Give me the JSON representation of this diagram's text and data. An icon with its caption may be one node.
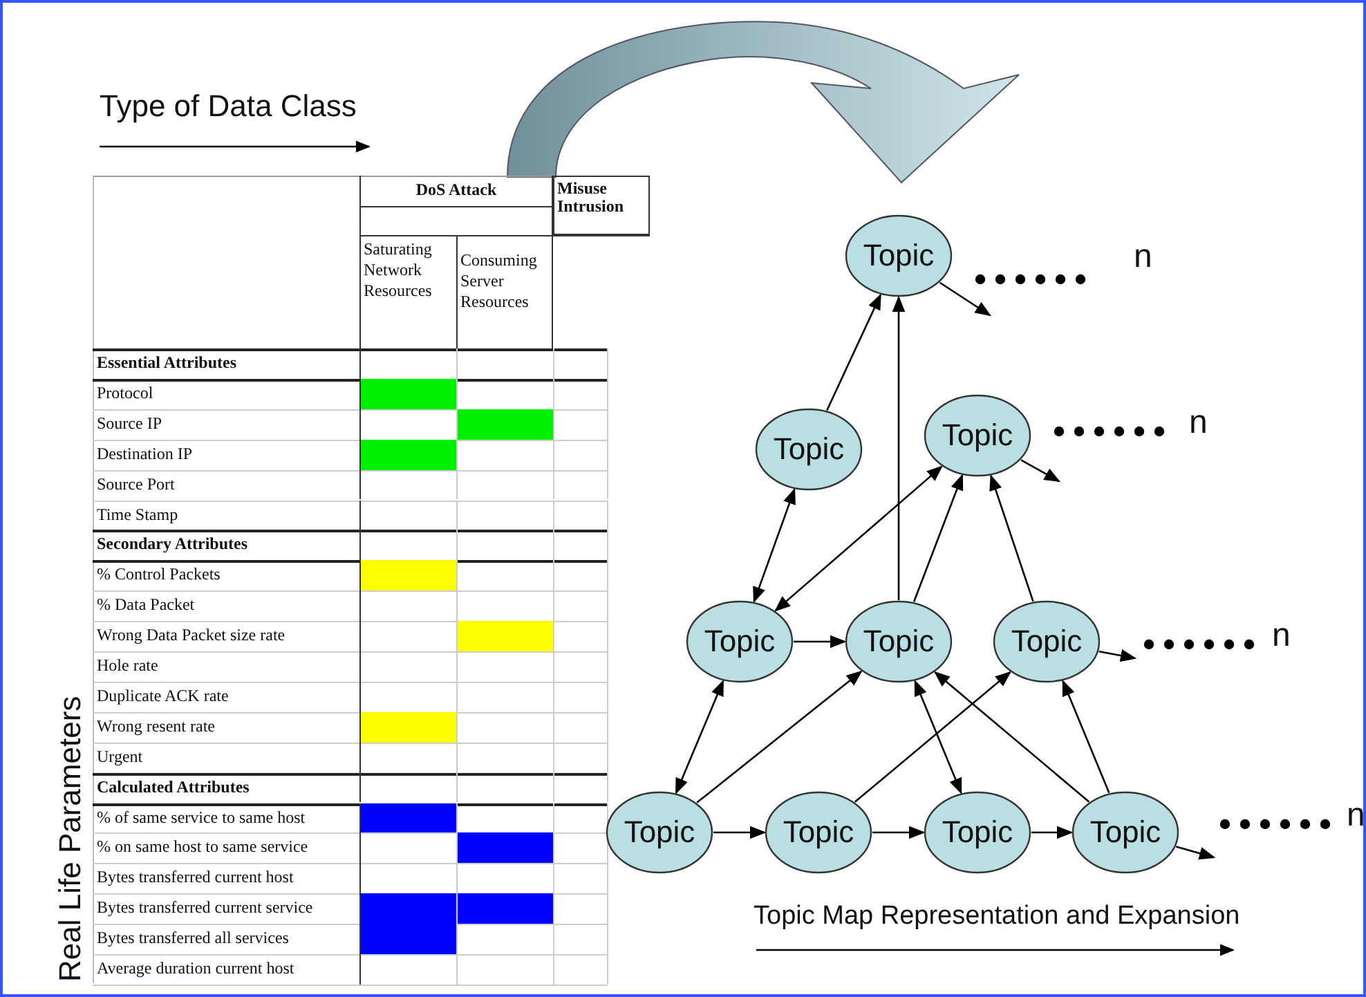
{
  "diagram": {
    "nodes": [
      {
        "text": [
          "Topic"
        ]
      },
      {
        "text": [
          "Topic"
        ]
      },
      {
        "text": [
          "Topic"
        ]
      },
      {
        "text": [
          "Topic"
        ]
      },
      {
        "text": [
          "Topic"
        ]
      },
      {
        "text": [
          "Topic"
        ]
      },
      {
        "text": [
          "Topic"
        ]
      },
      {
        "text": [
          "Topic"
        ]
      },
      {
        "text": [
          "Topic"
        ]
      },
      {
        "text": [
          "Topic"
        ]
      }
    ],
    "edges": [
      {
        "from": 0,
        "to": null,
        "arrow": "to"
      },
      {
        "from": 1,
        "to": 0,
        "arrow": "to"
      },
      {
        "from": 4,
        "to": 0,
        "arrow": "to"
      },
      {
        "from": 2,
        "to": null,
        "arrow": "to"
      },
      {
        "from": 1,
        "to": 3,
        "arrow": "both"
      },
      {
        "from": 3,
        "to": 2,
        "arrow": "both"
      },
      {
        "from": 4,
        "to": 2,
        "arrow": "to"
      },
      {
        "from": 5,
        "to": 2,
        "arrow": "to"
      },
      {
        "from": 3,
        "to": 4,
        "arrow": "to"
      },
      {
        "from": 5,
        "to": null,
        "arrow": "to"
      },
      {
        "from": 3,
        "to": 6,
        "arrow": "both"
      },
      {
        "from": 6,
        "to": 4,
        "arrow": "to"
      },
      {
        "from": 7,
        "to": 5,
        "arrow": "to"
      },
      {
        "from": 4,
        "to": 8,
        "arrow": "both"
      },
      {
        "from": 9,
        "to": 4,
        "arrow": "to"
      },
      {
        "from": 9,
        "to": 5,
        "arrow": "to"
      },
      {
        "from": 6,
        "to": 7,
        "arrow": "to"
      },
      {
        "from": 7,
        "to": 8,
        "arrow": "to"
      },
      {
        "from": 8,
        "to": 9,
        "arrow": "to"
      },
      {
        "from": 9,
        "to": null,
        "arrow": "to"
      }
    ],
    "labels": [
      "Type of Data Class",
      "DoS Attack",
      "Misuse Intrusion",
      "Saturating Network Resources",
      "Consuming Server Resources",
      "Essential Attributes",
      "Protocol",
      "Source IP",
      "Destination IP",
      "Source Port",
      "Time Stamp",
      "Secondary Attributes",
      "% Control Packets",
      "% Data Packet",
      "Wrong Data Packet size rate",
      "Hole rate",
      "Duplicate ACK rate",
      "Wrong resent rate",
      "Urgent",
      "Calculated Attributes",
      "% of same service to same host",
      "% on same host to same service",
      "Bytes transferred current host",
      "Bytes transferred current service",
      "Bytes transferred all services",
      "Average duration current host",
      "Real Life Parameters",
      "Topic Map Representation and Expansion",
      "n",
      "n",
      "n",
      "n"
    ]
  }
}
